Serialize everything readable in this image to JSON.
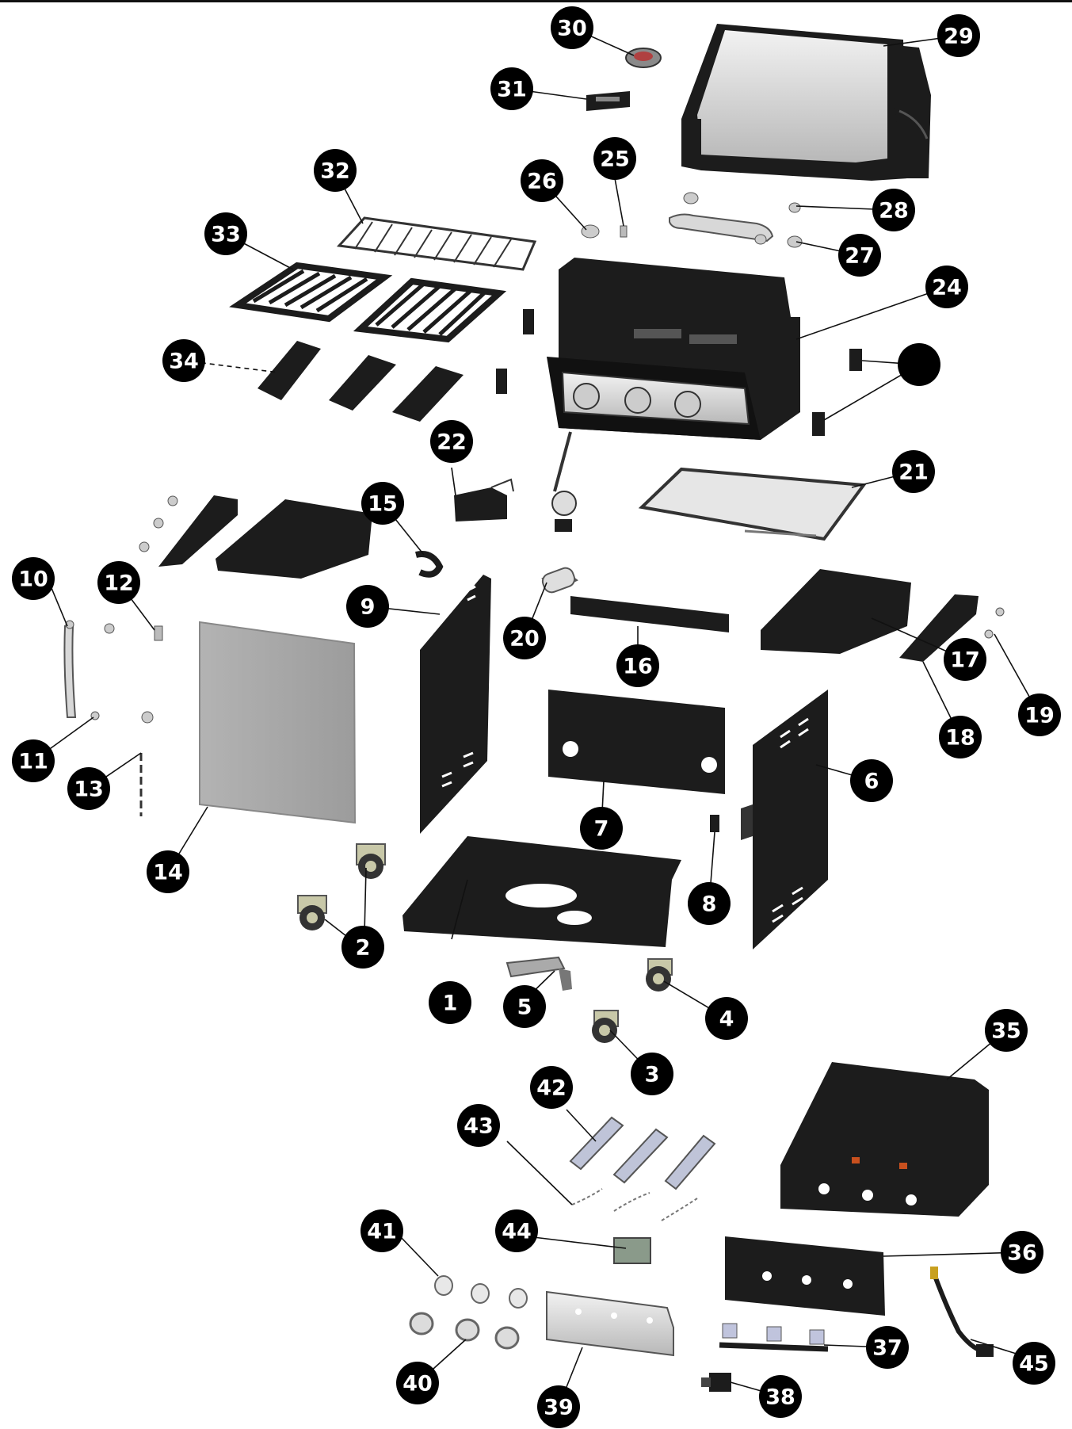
{
  "diagram": {
    "colors": {
      "callout_fill": "#000000",
      "callout_text": "#ffffff",
      "part_dark": "#1c1c1c",
      "part_steel": "#c9c9c9",
      "part_panel": "#a9a9a9",
      "background": "#ffffff"
    },
    "callouts": [
      {
        "id": "1",
        "label": "1"
      },
      {
        "id": "2",
        "label": "2"
      },
      {
        "id": "3",
        "label": "3"
      },
      {
        "id": "4",
        "label": "4"
      },
      {
        "id": "5",
        "label": "5"
      },
      {
        "id": "6",
        "label": "6"
      },
      {
        "id": "7",
        "label": "7"
      },
      {
        "id": "8",
        "label": "8"
      },
      {
        "id": "9",
        "label": "9"
      },
      {
        "id": "10",
        "label": "10"
      },
      {
        "id": "11",
        "label": "11"
      },
      {
        "id": "12",
        "label": "12"
      },
      {
        "id": "13",
        "label": "13"
      },
      {
        "id": "14",
        "label": "14"
      },
      {
        "id": "15",
        "label": "15"
      },
      {
        "id": "16",
        "label": "16"
      },
      {
        "id": "17",
        "label": "17"
      },
      {
        "id": "18",
        "label": "18"
      },
      {
        "id": "19",
        "label": "19"
      },
      {
        "id": "20",
        "label": "20"
      },
      {
        "id": "21",
        "label": "21"
      },
      {
        "id": "22",
        "label": "22"
      },
      {
        "id": "23",
        "label": ""
      },
      {
        "id": "24",
        "label": "24"
      },
      {
        "id": "25",
        "label": "25"
      },
      {
        "id": "26",
        "label": "26"
      },
      {
        "id": "27",
        "label": "27"
      },
      {
        "id": "28",
        "label": "28"
      },
      {
        "id": "29",
        "label": "29"
      },
      {
        "id": "30",
        "label": "30"
      },
      {
        "id": "31",
        "label": "31"
      },
      {
        "id": "32",
        "label": "32"
      },
      {
        "id": "33",
        "label": "33"
      },
      {
        "id": "34",
        "label": "34"
      },
      {
        "id": "35",
        "label": "35"
      },
      {
        "id": "36",
        "label": "36"
      },
      {
        "id": "37",
        "label": "37"
      },
      {
        "id": "38",
        "label": "38"
      },
      {
        "id": "39",
        "label": "39"
      },
      {
        "id": "40",
        "label": "40"
      },
      {
        "id": "41",
        "label": "41"
      },
      {
        "id": "42",
        "label": "42"
      },
      {
        "id": "43",
        "label": "43"
      },
      {
        "id": "44",
        "label": "44"
      },
      {
        "id": "45",
        "label": "45"
      }
    ]
  }
}
